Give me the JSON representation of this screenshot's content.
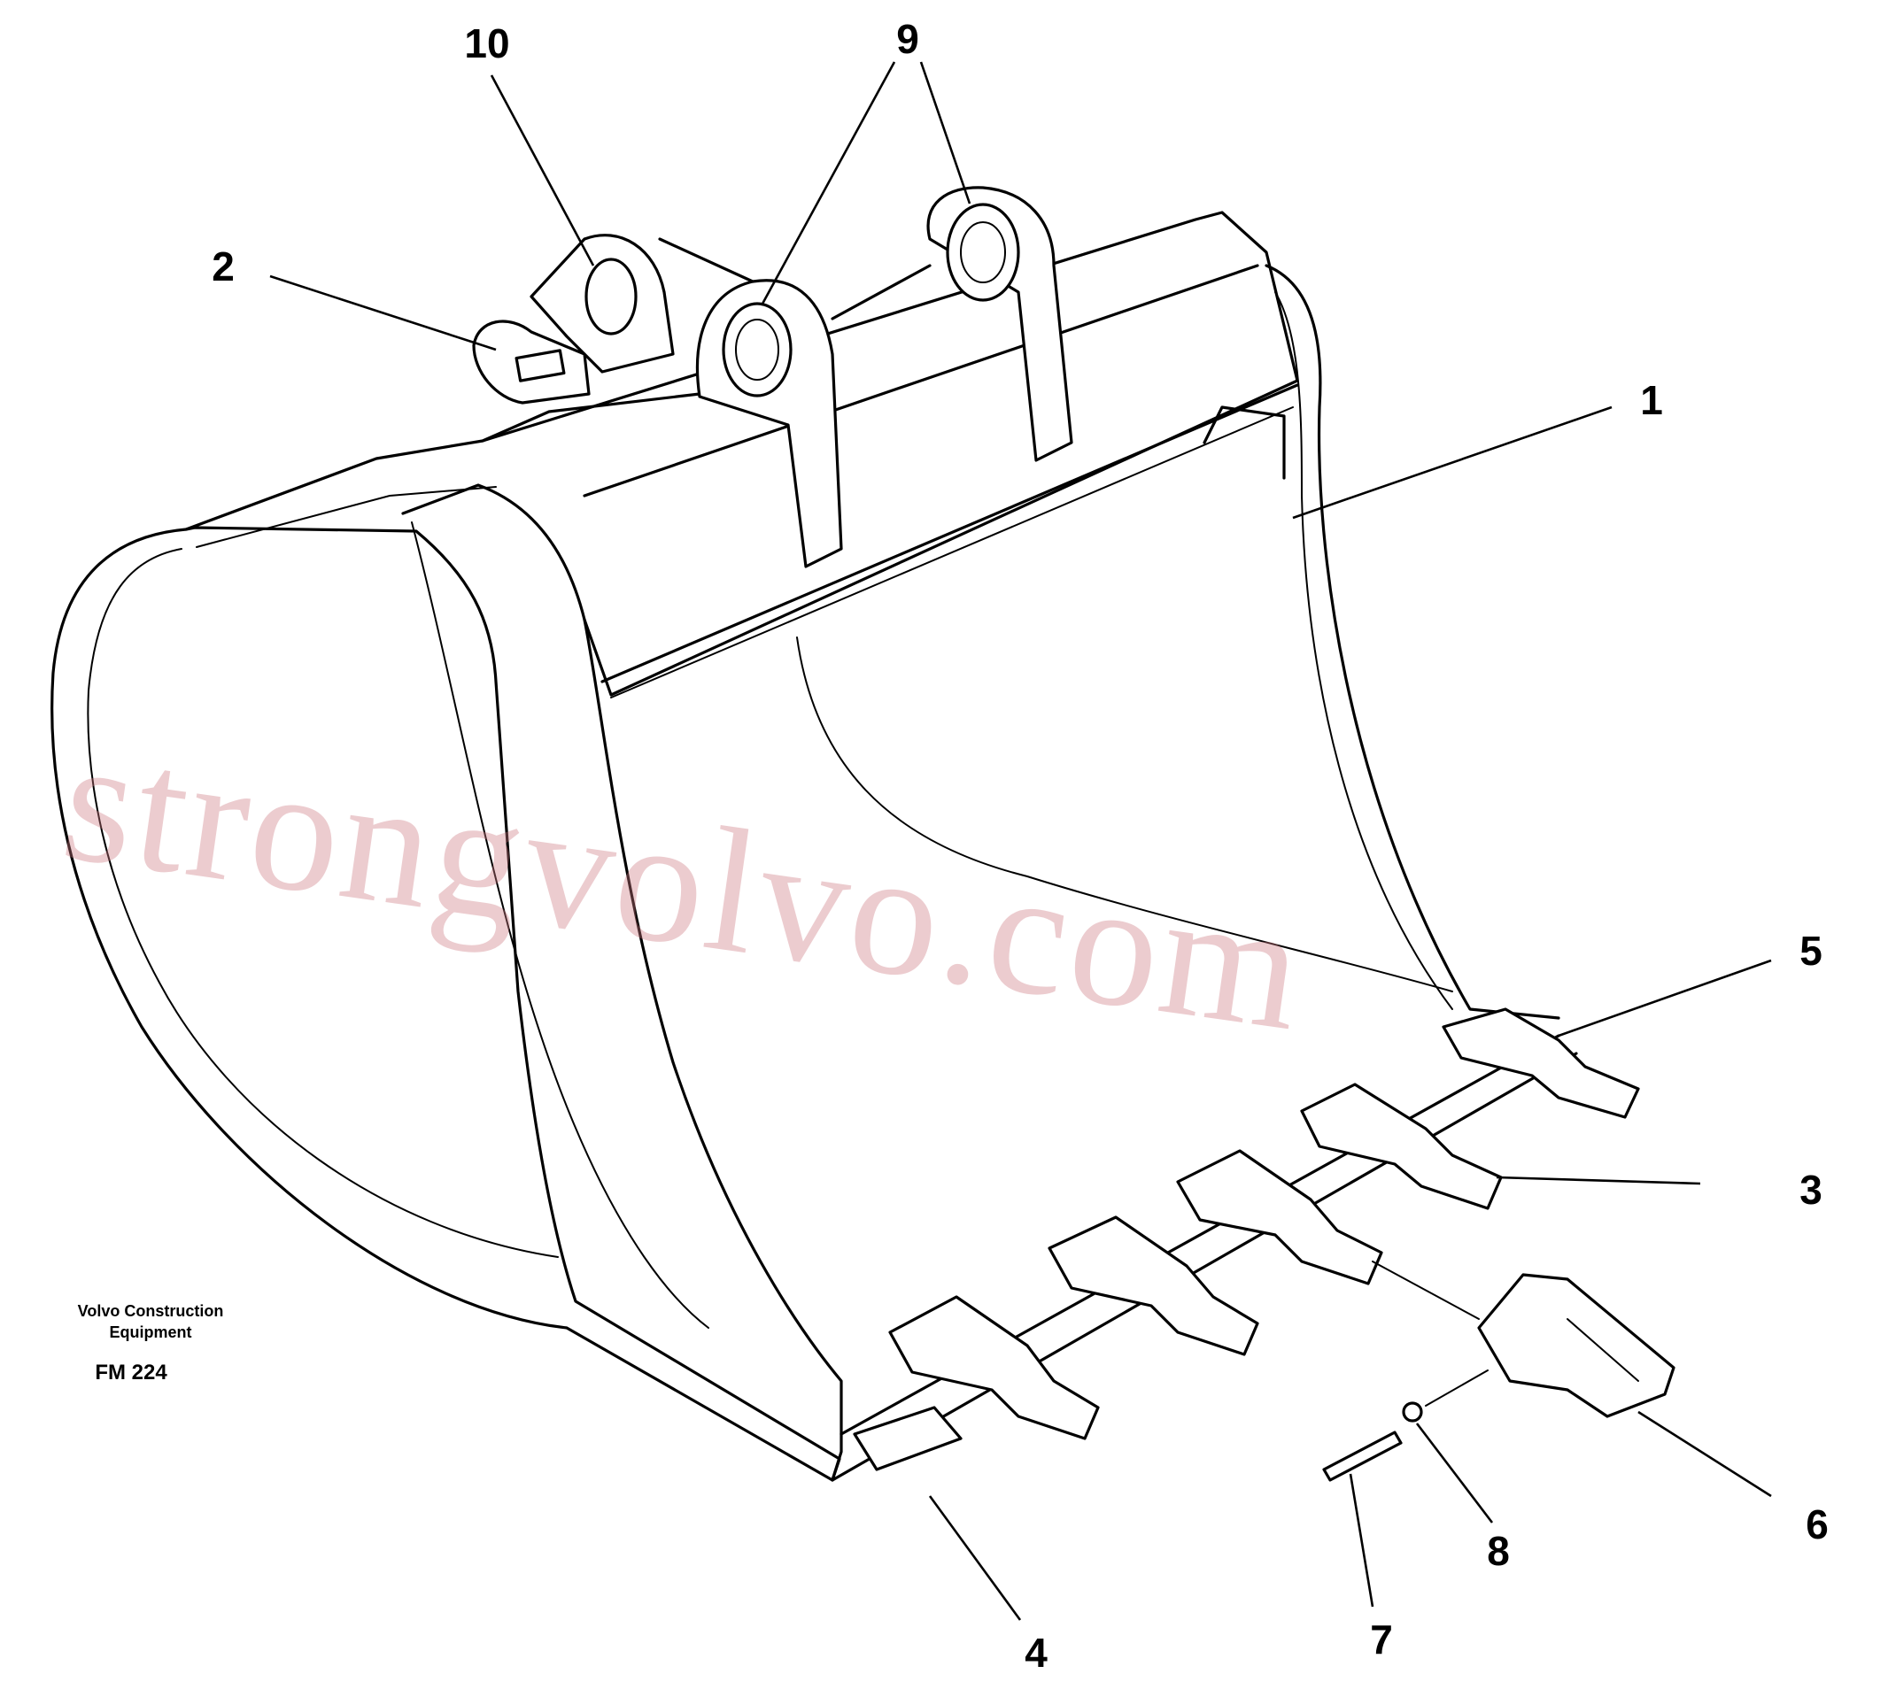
{
  "diagram": {
    "callouts": [
      "1",
      "2",
      "3",
      "4",
      "5",
      "6",
      "7",
      "8",
      "9",
      "10"
    ],
    "caption_line1": "Volvo Construction",
    "caption_line2": "Equipment",
    "figure_code": "FM 224",
    "watermark": "strongvolvo.com"
  }
}
